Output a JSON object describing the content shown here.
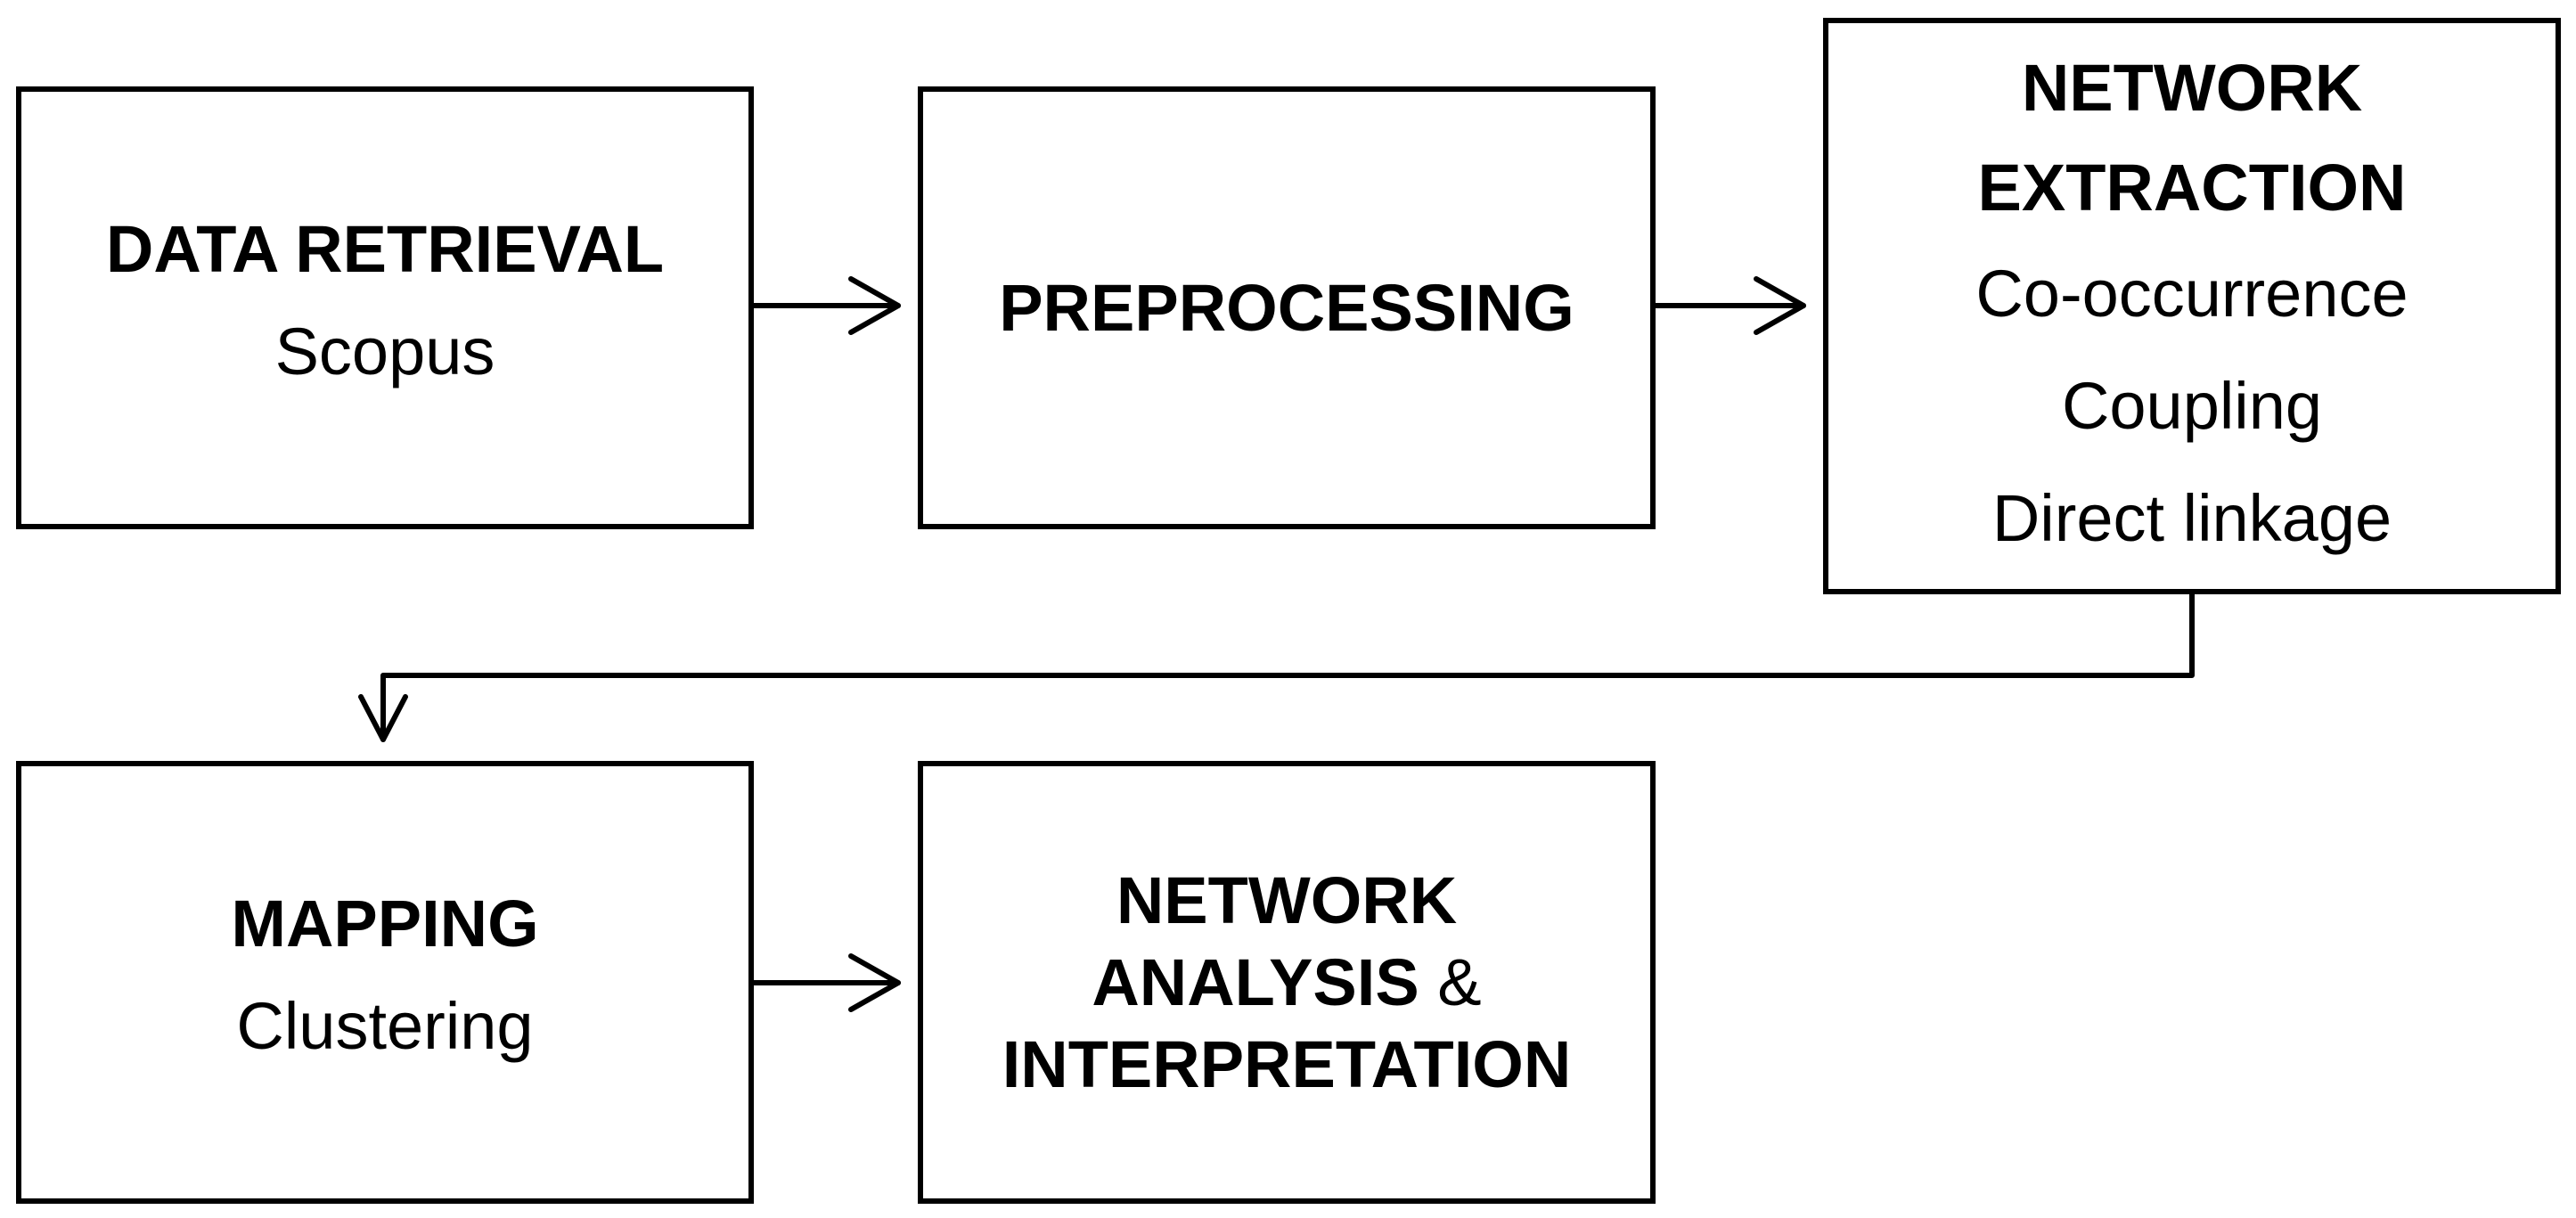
{
  "nodes": {
    "data_retrieval": {
      "title": "DATA RETRIEVAL",
      "subtitle": "Scopus"
    },
    "preprocessing": {
      "title": "PREPROCESSING"
    },
    "network_extraction": {
      "title_line1": "NETWORK",
      "title_line2": "EXTRACTION",
      "items": [
        "Co-occurrence",
        "Coupling",
        "Direct linkage"
      ]
    },
    "mapping": {
      "title": "MAPPING",
      "subtitle": "Clustering"
    },
    "network_analysis": {
      "title_line1": "NETWORK",
      "title_line2": "ANALYSIS",
      "amp": "&",
      "title_line3": "INTERPRETATION"
    }
  },
  "edges": [
    {
      "from": "data_retrieval",
      "to": "preprocessing"
    },
    {
      "from": "preprocessing",
      "to": "network_extraction"
    },
    {
      "from": "network_extraction",
      "to": "mapping"
    },
    {
      "from": "mapping",
      "to": "network_analysis"
    }
  ],
  "colors": {
    "stroke": "#000000",
    "background": "#ffffff"
  }
}
